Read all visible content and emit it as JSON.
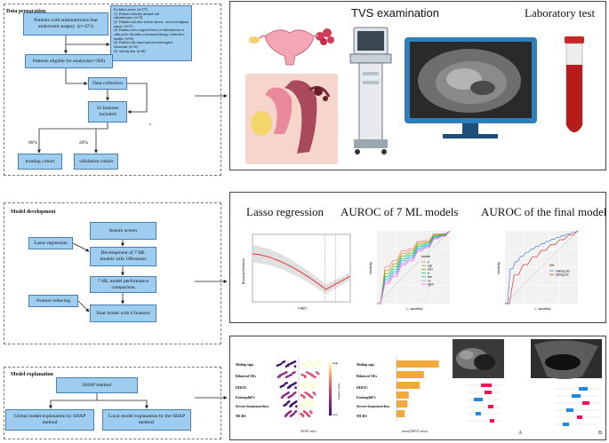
{
  "section1": {
    "title": "Data preparation",
    "box_patients": "Patients with endometriosis that underwent surgery  (n=471)",
    "exclusion": [
      "Excluded criteria  (n=175)",
      "(1)  Patients with only adenoid wall endometrioma  (n=11)",
      "(2)  Patients with other serious disease,  such as malignant tumors  (n=37)",
      "(3)  Patients with a surgical history of endometriosis or other pelvic disorders or hormonal therapy within three months  (n=65)",
      "(4)  Patients who cannot perform transvaginal ultrasound  (n=16)",
      "(5)  missing data  (n=46)"
    ],
    "box_eligible": "Patients eligible for analysis(n=308)",
    "box_collection": "Data collection",
    "box_features": "33 features included",
    "pct_train": "80%",
    "pct_valid": "20%",
    "box_training": "training cohort",
    "box_validation": "validation cohort"
  },
  "section2": {
    "title": "Model development",
    "box_feature_screen": "feature screen",
    "box_lasso": "Lasso regression",
    "box_dev": "Development of 7 ML models with 18features",
    "box_perf": "7 ML model performance comparison",
    "box_reducing": "Feature reducing",
    "box_final": "final model with 6 features"
  },
  "section3": {
    "title": "Model explanation",
    "box_shap": "SHAP method",
    "box_global": "Global model explanation by SHAP method",
    "box_local": "Local model explanation by the SHAP method."
  },
  "panel1": {
    "title_tvs": "TVS examination",
    "title_lab": "Laboratory test"
  },
  "panel2": {
    "title_lasso": "Lasso regression",
    "title_auroc7": "AUROC of 7 ML models",
    "title_final": "AUROC of the final model",
    "lasso_ylabel": "Binomial Deviance",
    "lasso_xlabel": "Log(λ)",
    "roc_xlabel": "1 - specificity",
    "roc_ylabel": "sensitivity",
    "legend7_title": "model",
    "legend7": [
      "lr",
      "xgb",
      "svm",
      "rf",
      "knn",
      "nn",
      "lgbm"
    ],
    "legend_final_title": "Set",
    "legend_final": [
      "training set",
      "testing set"
    ]
  },
  "panel3": {
    "features": [
      "Sliding sign",
      "Bilateral OEs",
      "DIEOC",
      "Eosinophil%",
      "Severe dysmenorrhea",
      "MCRS"
    ],
    "beeswarm_xlabel": "SHAP value",
    "colorbar_high": "High",
    "colorbar_low": "Low",
    "colorbar_label": "Feature value",
    "bar_xlabel": "mean(|SHAP value|)",
    "bar_values": [
      0.62,
      0.4,
      0.34,
      0.18,
      0.16,
      0.12
    ],
    "label_a": "A",
    "label_b": "B"
  }
}
